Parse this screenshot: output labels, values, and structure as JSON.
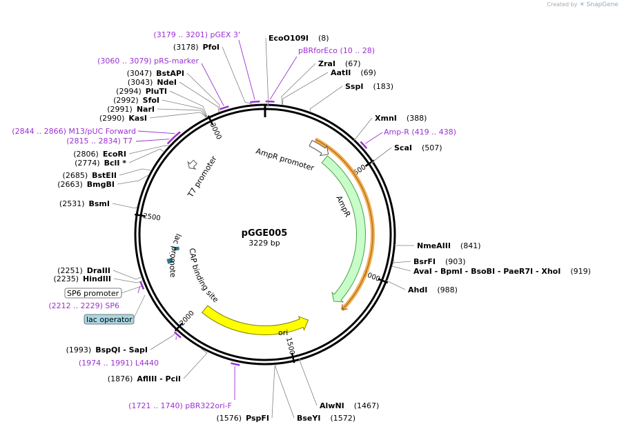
{
  "credit": {
    "prefix": "Created by",
    "brand": "SnapGene"
  },
  "plasmid": {
    "name": "pGGE005",
    "size_label": "3229 bp",
    "length": 3229
  },
  "colors": {
    "primer": "#9b30d0",
    "ampr_fill": "#c8fcc8",
    "ampr_stroke": "#46a046",
    "ori_fill": "#ffff00",
    "ori_stroke": "#808000",
    "selected": "#f0a030",
    "lac_fill": "#337788"
  },
  "ticks": [
    {
      "pos": 500,
      "label": "500"
    },
    {
      "pos": 1000,
      "label": "1000"
    },
    {
      "pos": 1500,
      "label": "1500"
    },
    {
      "pos": 2000,
      "label": "2000"
    },
    {
      "pos": 2500,
      "label": "2500"
    },
    {
      "pos": 3000,
      "label": "3000"
    }
  ],
  "sites": [
    {
      "pos": 8,
      "name": "EcoO109I",
      "num": "(8)",
      "side": "right"
    },
    {
      "pos": 67,
      "name": "ZraI",
      "num": "(67)",
      "side": "right"
    },
    {
      "pos": 69,
      "name": "AatII",
      "num": "(69)",
      "side": "right"
    },
    {
      "pos": 183,
      "name": "SspI",
      "num": "(183)",
      "side": "right"
    },
    {
      "pos": 388,
      "name": "XmnI",
      "num": "(388)",
      "side": "right"
    },
    {
      "pos": 507,
      "name": "ScaI",
      "num": "(507)",
      "side": "right"
    },
    {
      "pos": 841,
      "name": "NmeAIII",
      "num": "(841)",
      "side": "right"
    },
    {
      "pos": 903,
      "name": "BsrFI",
      "num": "(903)",
      "side": "right"
    },
    {
      "pos": 919,
      "name": "AvaI  - BpmI  - BsoBI  - PaeR7I  - XhoI",
      "num": "(919)",
      "side": "right"
    },
    {
      "pos": 988,
      "name": "AhdI",
      "num": "(988)",
      "side": "right"
    },
    {
      "pos": 1467,
      "name": "AlwNI",
      "num": "(1467)",
      "side": "right"
    },
    {
      "pos": 1572,
      "name": "BseYI",
      "num": "(1572)",
      "side": "right"
    },
    {
      "pos": 1576,
      "name": "PspFI",
      "num": "(1576)",
      "side": "left"
    },
    {
      "pos": 1876,
      "name": "AflIII  - PciI",
      "num": "(1876)",
      "side": "left"
    },
    {
      "pos": 1993,
      "name": "BspQI  - SapI",
      "num": "(1993)",
      "side": "left"
    },
    {
      "pos": 2235,
      "name": "HindIII",
      "num": "(2235)",
      "side": "left"
    },
    {
      "pos": 2251,
      "name": "DraIII",
      "num": "(2251)",
      "side": "left"
    },
    {
      "pos": 2531,
      "name": "BsmI",
      "num": "(2531)",
      "side": "left"
    },
    {
      "pos": 2663,
      "name": "BmgBI",
      "num": "(2663)",
      "side": "left"
    },
    {
      "pos": 2685,
      "name": "BstEII",
      "num": "(2685)",
      "side": "left"
    },
    {
      "pos": 2774,
      "name": "BclI *",
      "num": "(2774)",
      "side": "left"
    },
    {
      "pos": 2806,
      "name": "EcoRI",
      "num": "(2806)",
      "side": "left"
    },
    {
      "pos": 2990,
      "name": "KasI",
      "num": "(2990)",
      "side": "left"
    },
    {
      "pos": 2991,
      "name": "NarI",
      "num": "(2991)",
      "side": "left"
    },
    {
      "pos": 2992,
      "name": "SfoI",
      "num": "(2992)",
      "side": "left"
    },
    {
      "pos": 2994,
      "name": "PluTI",
      "num": "(2994)",
      "side": "left"
    },
    {
      "pos": 3043,
      "name": "NdeI",
      "num": "(3043)",
      "side": "left"
    },
    {
      "pos": 3047,
      "name": "BstAPI",
      "num": "(3047)",
      "side": "left"
    },
    {
      "pos": 3178,
      "name": "PfoI",
      "num": "(3178)",
      "side": "left"
    }
  ],
  "primers": [
    {
      "start": 10,
      "end": 28,
      "text": "pBRforEco   (10 .. 28)"
    },
    {
      "start": 419,
      "end": 438,
      "text": "Amp-R   (419 .. 438)"
    },
    {
      "start": 1721,
      "end": 1740,
      "text": "(1721 .. 1740)  pBR322ori-F"
    },
    {
      "start": 1974,
      "end": 1991,
      "text": "(1974 .. 1991)  L4440"
    },
    {
      "start": 2212,
      "end": 2229,
      "text": "(2212 .. 2229)  SP6"
    },
    {
      "start": 2815,
      "end": 2834,
      "text": "(2815 .. 2834)  T7"
    },
    {
      "start": 2844,
      "end": 2866,
      "text": "(2844 .. 2866)  M13/pUC Forward"
    },
    {
      "start": 3060,
      "end": 3079,
      "text": "(3060 .. 3079)  pRS-marker"
    },
    {
      "start": 3179,
      "end": 3201,
      "text": "(3179 .. 3201)  pGEX 3'"
    }
  ],
  "features": [
    {
      "name": "AmpR promoter",
      "start": 238,
      "end": 343
    },
    {
      "name": "AmpR",
      "start": 344,
      "end": 1204
    },
    {
      "name": "ori",
      "start": 1375,
      "end": 1963
    },
    {
      "name": "T7 promoter",
      "start": 2807,
      "end": 2825
    },
    {
      "name": "lac promoter",
      "start": 2280,
      "end": 2310
    },
    {
      "name": "CAP binding site",
      "start": 2325,
      "end": 2345
    }
  ],
  "boxed_features": [
    {
      "text": "SP6 promoter"
    },
    {
      "text": "lac operator"
    }
  ]
}
